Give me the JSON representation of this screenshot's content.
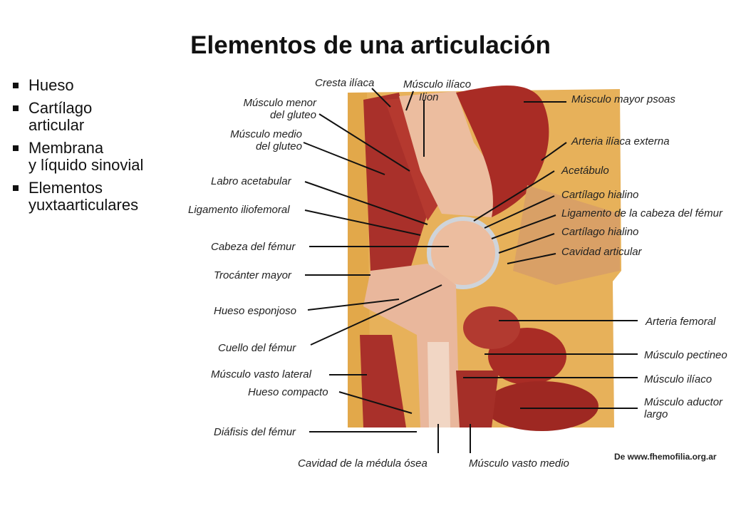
{
  "title": "Elementos de una articulación",
  "bullets": [
    {
      "l1": "Hueso",
      "l2": ""
    },
    {
      "l1": "Cartílago",
      "l2": "articular"
    },
    {
      "l1": "Membrana",
      "l2": "y líquido sinovial"
    },
    {
      "l1": "Elementos",
      "l2": "yuxtaarticulares"
    }
  ],
  "labels": {
    "cresta_iliaca": "Cresta ilíaca",
    "musculo_iliaco_top": "Músculo ilíaco",
    "ilion": "Ilion",
    "musculo_menor_gluteo_1": "Músculo menor",
    "musculo_menor_gluteo_2": "del gluteo",
    "musculo_medio_gluteo_1": "Músculo medio",
    "musculo_medio_gluteo_2": "del gluteo",
    "labro_acetabular": "Labro acetabular",
    "ligamento_iliofemoral": "Ligamento iliofemoral",
    "cabeza_femur": "Cabeza del fémur",
    "trocanter_mayor": "Trocánter mayor",
    "hueso_esponjoso": "Hueso esponjoso",
    "cuello_femur": "Cuello del fémur",
    "vasto_lateral": "Músculo vasto lateral",
    "hueso_compacto": "Hueso compacto",
    "diafisis_femur": "Diáfisis del fémur",
    "cavidad_medula": "Cavidad de la médula ósea",
    "vasto_medio": "Músculo vasto medio",
    "mayor_psoas": "Músculo mayor psoas",
    "arteria_iliaca_externa": "Arteria ilíaca externa",
    "acetabulo": "Acetábulo",
    "cartilago_hialino_1": "Cartílago hialino",
    "ligamento_cabeza_femur": "Ligamento de la cabeza del fémur",
    "cartilago_hialino_2": "Cartílago hialino",
    "cavidad_articular": "Cavidad articular",
    "arteria_femoral": "Arteria femoral",
    "musculo_pectineo": "Músculo pectineo",
    "musculo_iliaco": "Músculo ilíaco",
    "aductor_largo_1": "Músculo aductor",
    "aductor_largo_2": "largo"
  },
  "credit": "De www.fhemofilia.org.ar",
  "colors": {
    "muscle": "#b0322a",
    "muscle_dark": "#8a1f1c",
    "bone": "#e9b79c",
    "fat": "#e9b24f",
    "cartilage": "#dfe2e6"
  }
}
